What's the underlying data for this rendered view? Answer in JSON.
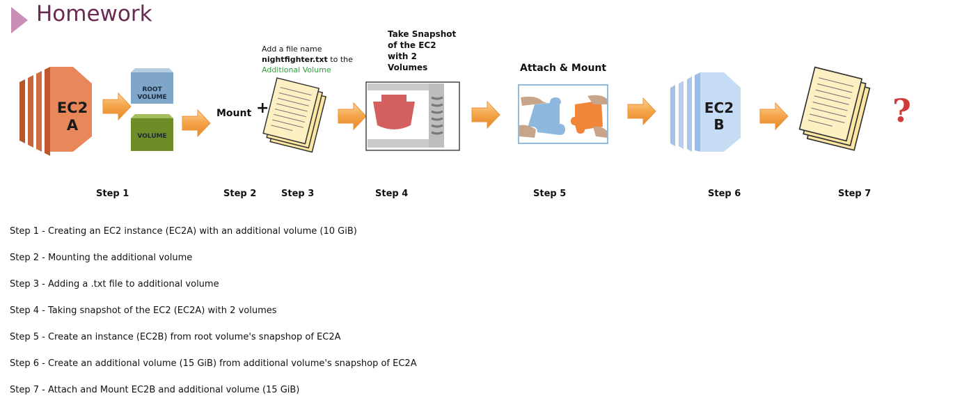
{
  "header": {
    "title": "Homework"
  },
  "diagram": {
    "ec2a": {
      "line1": "EC2",
      "line2": "A"
    },
    "ec2b": {
      "line1": "EC2",
      "line2": "B"
    },
    "root_volume": {
      "line1": "ROOT",
      "line2": "VOLUME"
    },
    "volume": {
      "label": "VOLUME"
    },
    "mount_label": "Mount",
    "plus": "+",
    "add_file": {
      "line1": "Add a file name",
      "filename": "nightfighter.txt",
      "line2_suffix": " to the",
      "line3": "Additional Volume"
    },
    "snapshot": {
      "line1": "Take Snapshot",
      "line2": "of the EC2",
      "line3": "with 2",
      "line4": "Volumes"
    },
    "attach_mount": "Attach & Mount",
    "question": "?"
  },
  "steps": [
    "Step 1",
    "Step 2",
    "Step 3",
    "Step 4",
    "Step 5",
    "Step 6",
    "Step 7"
  ],
  "descriptions": [
    "Step 1 - Creating an EC2 instance (EC2A) with an additional volume (10 GiB)",
    "Step 2 - Mounting the additional volume",
    "Step 3 - Adding a .txt file to additional volume",
    "Step 4 - Taking snapshot of the EC2 (EC2A) with 2 volumes",
    "Step 5 - Create an instance (EC2B) from root volume's snapshop of EC2A",
    "Step 6 - Create an additional volume (15 GiB) from additional volume's snapshop of EC2A",
    "Step 7 - Attach and Mount EC2B and additional volume (15 GiB)"
  ],
  "colors": {
    "title": "#6a2a52",
    "ec2a": "#e8875a",
    "ec2b": "#a9c6ec",
    "root_volume": "#7fa6c9",
    "volume": "#6e8c28",
    "arrow": "#f0a040",
    "paper": "#fbe6a2"
  }
}
